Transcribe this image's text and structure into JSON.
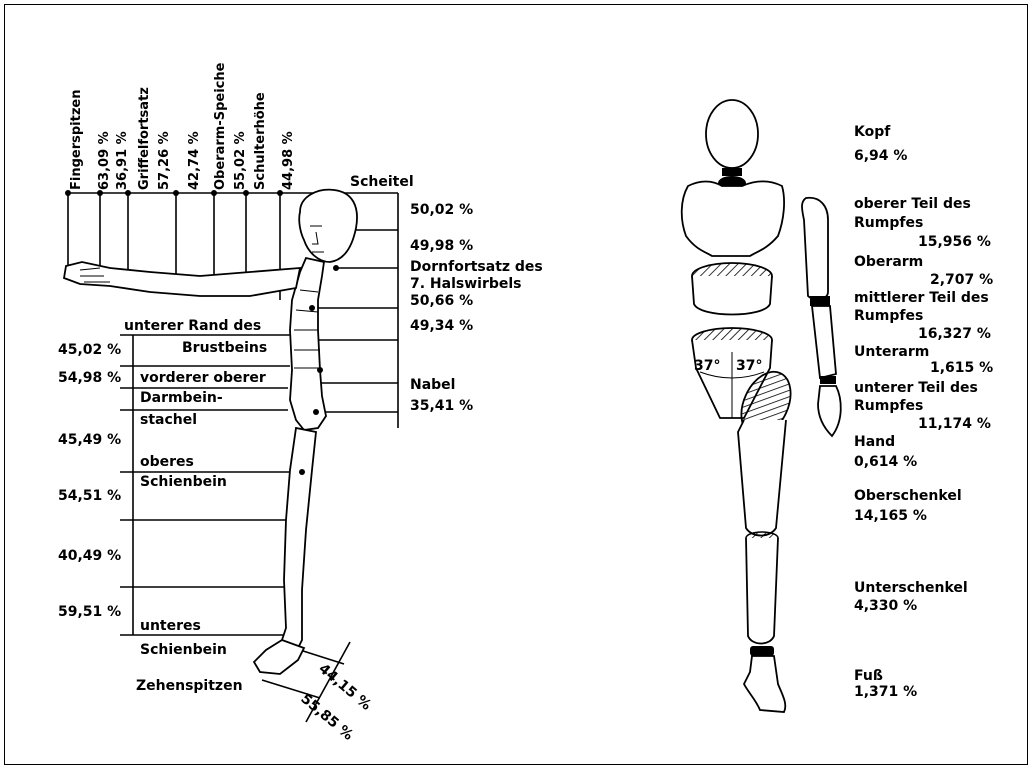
{
  "left_figure": {
    "top_labels": [
      {
        "name": "Fingerspitzen",
        "value": "63,09 %"
      },
      {
        "name": "",
        "value": "36,91 %"
      },
      {
        "name": "Griffelfortsatz",
        "value": "57,26 %"
      },
      {
        "name": "",
        "value": "42,74 %"
      },
      {
        "name": "Oberarm-Speiche",
        "value": "55,02 %"
      },
      {
        "name": "Schulterhöhe",
        "value": "44,98 %"
      }
    ],
    "scheitel": "Scheitel",
    "right_values": [
      "50,02 %",
      "49,98 %",
      "50,66 %",
      "49,34 %",
      "35,41 %"
    ],
    "dornfortsatz_1": "Dornfortsatz des",
    "dornfortsatz_2": "7. Halswirbels",
    "nabel": "Nabel",
    "left_values": [
      "45,02 %",
      "54,98 %",
      "45,49 %",
      "54,51 %",
      "40,49 %",
      "59,51 %"
    ],
    "landmarks": {
      "unterer_rand": "unterer Rand des",
      "brustbeins": "Brustbeins",
      "vorderer": "vorderer oberer",
      "darmbein": "Darmbein-",
      "stachel": "stachel",
      "oberes": "oberes",
      "schienbein_1": "Schienbein",
      "unteres": "unteres",
      "schienbein_2": "Schienbein",
      "zehenspitzen": "Zehenspitzen"
    },
    "foot_values": [
      "44,15 %",
      "55,85 %"
    ]
  },
  "right_figure": {
    "angle_left": "37°",
    "angle_right": "37°",
    "segments": [
      {
        "lines": [
          "Kopf",
          "6,94 %"
        ]
      },
      {
        "lines": [
          "oberer Teil des",
          "Rumpfes",
          "15,956 %"
        ]
      },
      {
        "lines": [
          "Oberarm",
          "2,707 %"
        ]
      },
      {
        "lines": [
          "mittlerer Teil des",
          "Rumpfes",
          "16,327 %"
        ]
      },
      {
        "lines": [
          "Unterarm",
          "1,615 %"
        ]
      },
      {
        "lines": [
          "unterer Teil des",
          "Rumpfes",
          "11,174 %"
        ]
      },
      {
        "lines": [
          "Hand",
          "0,614 %"
        ]
      },
      {
        "lines": [
          "Oberschenkel",
          "14,165 %"
        ]
      },
      {
        "lines": [
          "Unterschenkel",
          "4,330 %"
        ]
      },
      {
        "lines": [
          "Fuß",
          "1,371 %"
        ]
      }
    ]
  }
}
